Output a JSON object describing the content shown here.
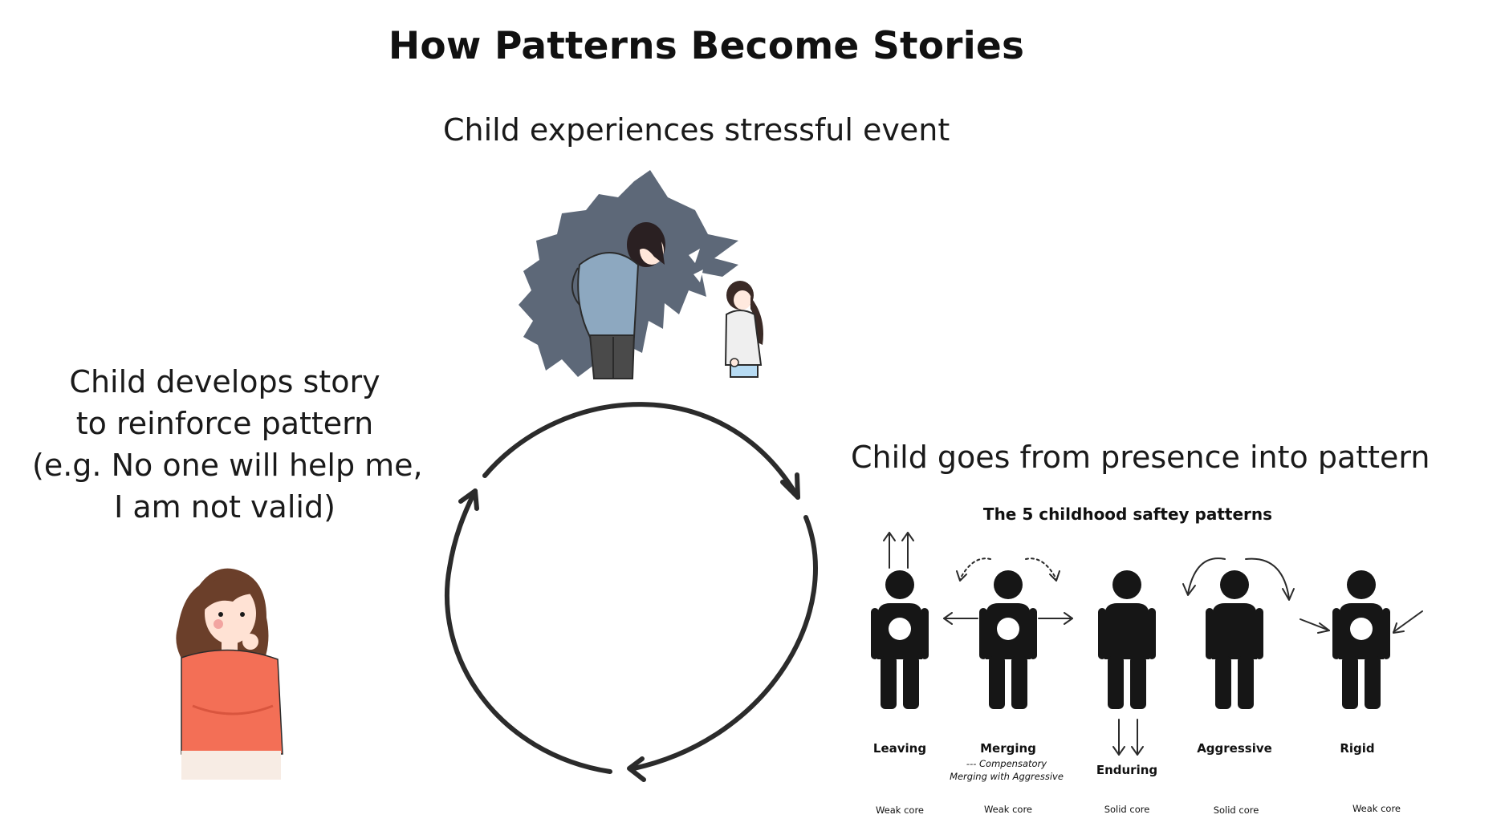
{
  "title": "How Patterns Become Stories",
  "step_event": "Child experiences stressful event",
  "step_pattern": "Child goes from presence into pattern",
  "step_story": {
    "lines": [
      "Child develops story",
      "to reinforce pattern",
      "(e.g. No one will help me,",
      "I am not valid)"
    ]
  },
  "patterns": {
    "title": "The 5 childhood saftey patterns",
    "items": [
      {
        "name": "Leaving",
        "core": "Weak core",
        "core_type": "hollow",
        "note_lines": []
      },
      {
        "name": "Merging",
        "core": "Weak core",
        "core_type": "hollow",
        "note_lines": [
          "--- Compensatory",
          "Merging with Aggressive"
        ]
      },
      {
        "name": "Enduring",
        "core": "Solid core",
        "core_type": "solid",
        "note_lines": []
      },
      {
        "name": "Aggressive",
        "core": "Solid core",
        "core_type": "solid",
        "note_lines": []
      },
      {
        "name": "Rigid",
        "core": "Weak core",
        "core_type": "hollow",
        "note_lines": []
      }
    ]
  },
  "colors": {
    "text": "#111111",
    "cycle_arrow": "#2b2b2b",
    "wolf_shadow": "#5d6878",
    "figure": "#161616",
    "shirt_blue": "#8da8c0",
    "sweater_orange": "#f36f56"
  },
  "icons": [
    "cycle-arrow-icon",
    "wolf-shadow-icon",
    "scolding-adult-icon",
    "sad-child-icon",
    "thinking-woman-icon",
    "person-figure-icon",
    "direction-arrow-icon"
  ]
}
